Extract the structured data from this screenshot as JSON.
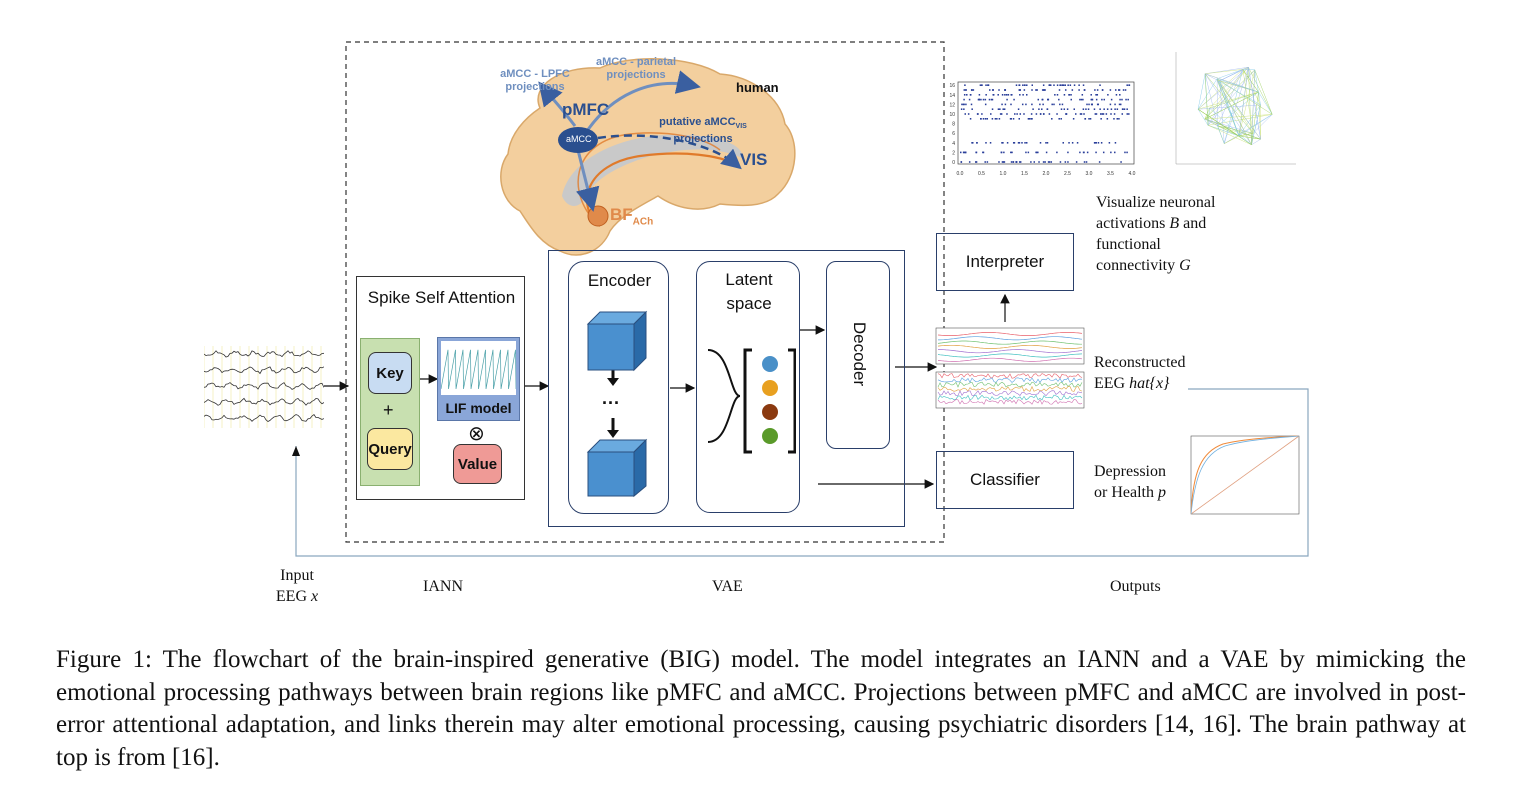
{
  "brain": {
    "projection_lpfc": "aMCC - LPFC projections",
    "projection_parietal": "aMCC - parietal projections",
    "species": "human",
    "pmfc": "pMFC",
    "amcc": "aMCC",
    "putative": "putative aMCC",
    "putative_sub": "VIS",
    "putative_line2": "projections",
    "vis": "VIS",
    "bf": "BF",
    "bf_sub": "ACh"
  },
  "attention": {
    "title": "Spike Self Attention",
    "key": "Key",
    "plus": "+",
    "query": "Query",
    "lif": "LIF model",
    "otimes": "⊗",
    "value": "Value"
  },
  "vae": {
    "encoder": "Encoder",
    "ellipsis": "...",
    "latent": "Latent space",
    "decoder": "Decoder",
    "latent_colors": [
      "#4a90c8",
      "#e8a020",
      "#8b3a10",
      "#5a9a2a"
    ]
  },
  "outputs": {
    "interpreter": "Interpreter",
    "classifier": "Classifier",
    "visualize": "Visualize neuronal activations",
    "visualize_b": "B",
    "visualize_and": "and",
    "visualize_line3": "functional",
    "visualize_line4": "connectivity",
    "visualize_g": "G",
    "reconstructed": "Reconstructed",
    "reconstructed_line2": "EEG",
    "reconstructed_var": "hat{x}",
    "classify": "Depression",
    "classify_line2": "or Health",
    "classify_var": "p",
    "raster_ticks": [
      "0.0",
      "0.5",
      "1.0",
      "1.5",
      "2.0",
      "2.5",
      "3.0",
      "3.5",
      "4.0"
    ],
    "raster_yticks": [
      "0",
      "2",
      "4",
      "6",
      "8",
      "10",
      "12",
      "14",
      "16"
    ]
  },
  "labels": {
    "input": "Input",
    "input_line2": "EEG",
    "input_var": "x",
    "iann": "IANN",
    "vae": "VAE",
    "outputs": "Outputs"
  },
  "caption": "Figure 1: The flowchart of the brain-inspired generative (BIG) model. The model integrates an IANN and a VAE by mimicking the emotional processing pathways between brain regions like pMFC and aMCC. Projections between pMFC and aMCC are involved in post-error attentional adaptation, and links therein may alter emotional processing, causing psychiatric disorders [14, 16]. The brain pathway at top is from [16]."
}
